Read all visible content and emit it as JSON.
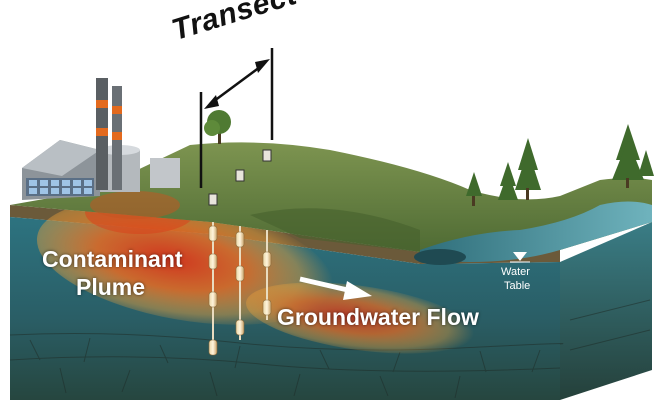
{
  "labels": {
    "transect": "Transect",
    "plume_line1": "Contaminant",
    "plume_line2": "Plume",
    "groundwater_flow": "Groundwater Flow",
    "water_table_line1": "Water",
    "water_table_line2": "Table"
  },
  "icons": [
    "factory-icon",
    "tree-icon",
    "well-icon",
    "flow-arrow-icon",
    "water-table-marker-icon"
  ],
  "colors": {
    "ground_grass": "#6f8a45",
    "aquifer": "#2f6f7a",
    "plume_core": "#d23a1a",
    "plume_edge": "#f0a030",
    "river": "#4f9aa8",
    "bedrock": "#3a4a3c"
  }
}
